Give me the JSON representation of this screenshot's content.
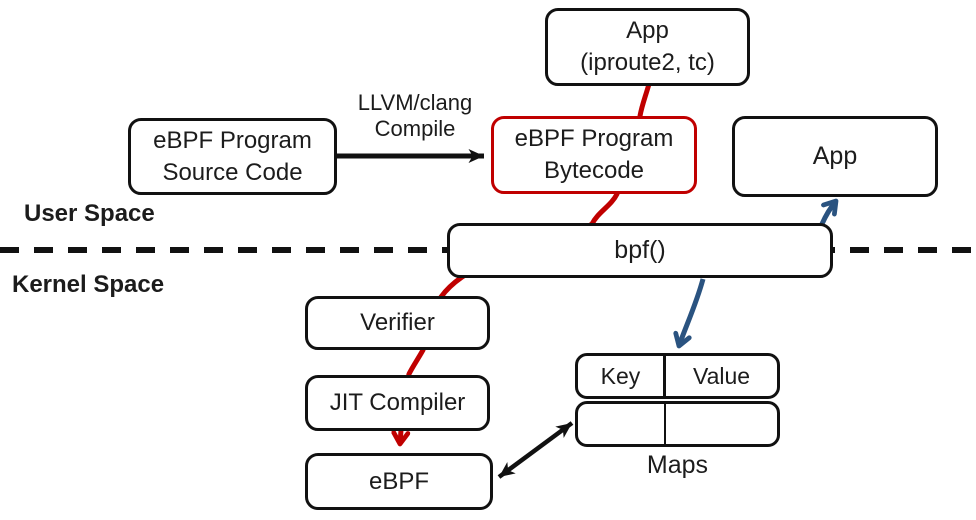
{
  "colors": {
    "red": "#c00000",
    "blue": "#2a5380",
    "line": "#111111",
    "text": "#1c1c1c"
  },
  "regions": {
    "user_space": "User Space",
    "kernel_space": "Kernel Space"
  },
  "labels": {
    "compile_line1": "LLVM/clang",
    "compile_line2": "Compile",
    "maps_caption": "Maps"
  },
  "boxes": {
    "app_top": {
      "line1": "App",
      "line2": "(iproute2, tc)"
    },
    "source": {
      "line1": "eBPF Program",
      "line2": "Source Code"
    },
    "bytecode": {
      "line1": "eBPF Program",
      "line2": "Bytecode"
    },
    "app_right": {
      "label": "App"
    },
    "bpf": {
      "label": "bpf()"
    },
    "verifier": {
      "label": "Verifier"
    },
    "jit": {
      "label": "JIT Compiler"
    },
    "ebpf": {
      "label": "eBPF"
    }
  },
  "maps_table": {
    "headers": [
      "Key",
      "Value"
    ],
    "rows": [
      [
        "",
        ""
      ]
    ]
  }
}
